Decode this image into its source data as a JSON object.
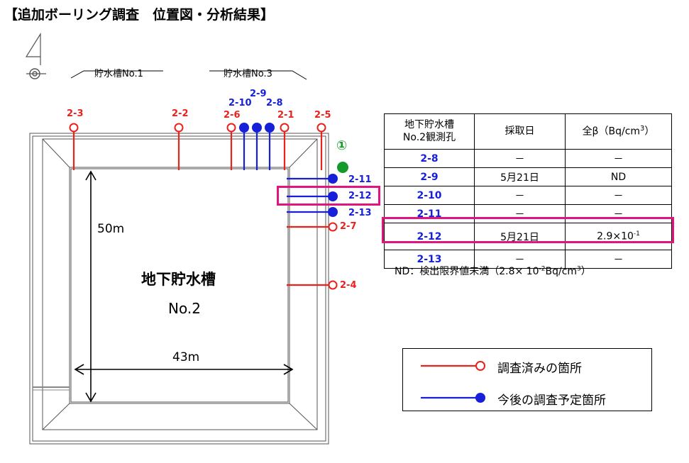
{
  "title": "【追加ボーリング調査　位置図・分析結果】",
  "tanks": {
    "tank1": "貯水槽No.1",
    "tank3": "貯水槽No.3"
  },
  "main_tank": {
    "name": "地下貯水槽",
    "number": "No.2"
  },
  "dimensions": {
    "height": "50m",
    "width": "43m"
  },
  "marker_one": "①",
  "holes": {
    "h2_3": "2-3",
    "h2_2": "2-2",
    "h2_6": "2-6",
    "h2_1": "2-1",
    "h2_5": "2-5",
    "h2_9": "2-9",
    "h2_10": "2-10",
    "h2_8": "2-8",
    "h2_11": "2-11",
    "h2_12": "2-12",
    "h2_13": "2-13",
    "h2_7": "2-7",
    "h2_4": "2-4"
  },
  "table": {
    "header_hole": "地下貯水槽\nNo.2観測孔",
    "header_date": "採取日",
    "header_beta_prefix": "全β（Bq/cm",
    "header_beta_exp": "3",
    "header_beta_suffix": "）",
    "rows": [
      {
        "hole": "2-8",
        "date": "－",
        "value": "－"
      },
      {
        "hole": "2-9",
        "date": "5月21日",
        "value": "ND"
      },
      {
        "hole": "2-10",
        "date": "－",
        "value": "－"
      },
      {
        "hole": "2-11",
        "date": "－",
        "value": "－"
      },
      {
        "hole": "2-12",
        "date": "5月21日",
        "value_mant": "2.9×10",
        "value_exp": "-1"
      },
      {
        "hole": "2-13",
        "date": "－",
        "value": "－"
      }
    ]
  },
  "nd_note": {
    "prefix": "ND：検出限界値未満（2.8× 10",
    "exp": "-2",
    "unit": "Bq/cm",
    "unit_exp": "3",
    "suffix": "）"
  },
  "legend": {
    "done": "調査済みの箇所",
    "planned": "今後の調査予定箇所"
  },
  "colors": {
    "done": "#e8221c",
    "planned": "#1520d8",
    "highlight": "#e0157f",
    "marker": "#149a28"
  }
}
